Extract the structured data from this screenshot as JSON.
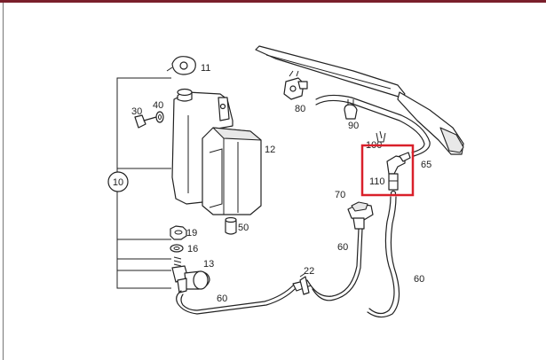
{
  "diagram": {
    "highlight_color": "#d9202a",
    "frame_color": "#7a1f2b",
    "labels": {
      "p10": "10",
      "p11": "11",
      "p12": "12",
      "p13": "13",
      "p16": "16",
      "p19": "19",
      "p22": "22",
      "p30": "30",
      "p40": "40",
      "p50": "50",
      "p60a": "60",
      "p60b": "60",
      "p60c": "60",
      "p65": "65",
      "p70": "70",
      "p80": "80",
      "p90": "90",
      "p100": "100",
      "p110": "110"
    }
  }
}
